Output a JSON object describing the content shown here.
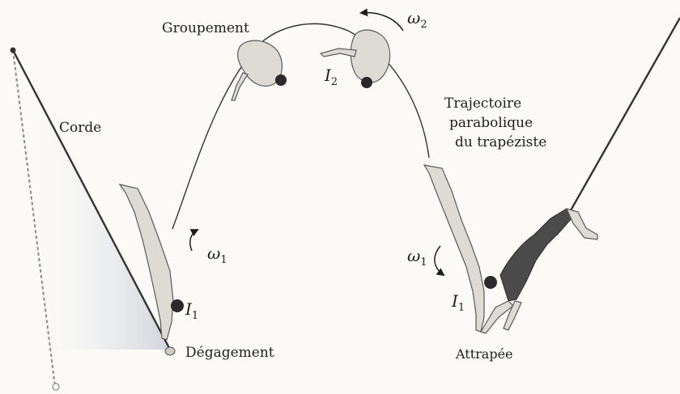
{
  "labels": {
    "corde": "Corde",
    "groupement": "Groupement",
    "trajectoire_line1": "Trajectoire",
    "trajectoire_line2": "parabolique",
    "trajectoire_line3": "du trapéziste",
    "degagement": "Dégagement",
    "attrapee": "Attrapée"
  },
  "symbols": {
    "omega1_left": {
      "base": "ω",
      "sub": "1"
    },
    "omega2": {
      "base": "ω",
      "sub": "2"
    },
    "omega1_right": {
      "base": "ω",
      "sub": "1"
    },
    "I1_left": {
      "base": "I",
      "sub": "1"
    },
    "I2": {
      "base": "I",
      "sub": "2"
    },
    "I1_right": {
      "base": "I",
      "sub": "1"
    }
  },
  "colors": {
    "background": "#fbfaf7",
    "ink": "#1e1e1e",
    "rope": "#333333",
    "shadow": "#c9cdd6"
  }
}
